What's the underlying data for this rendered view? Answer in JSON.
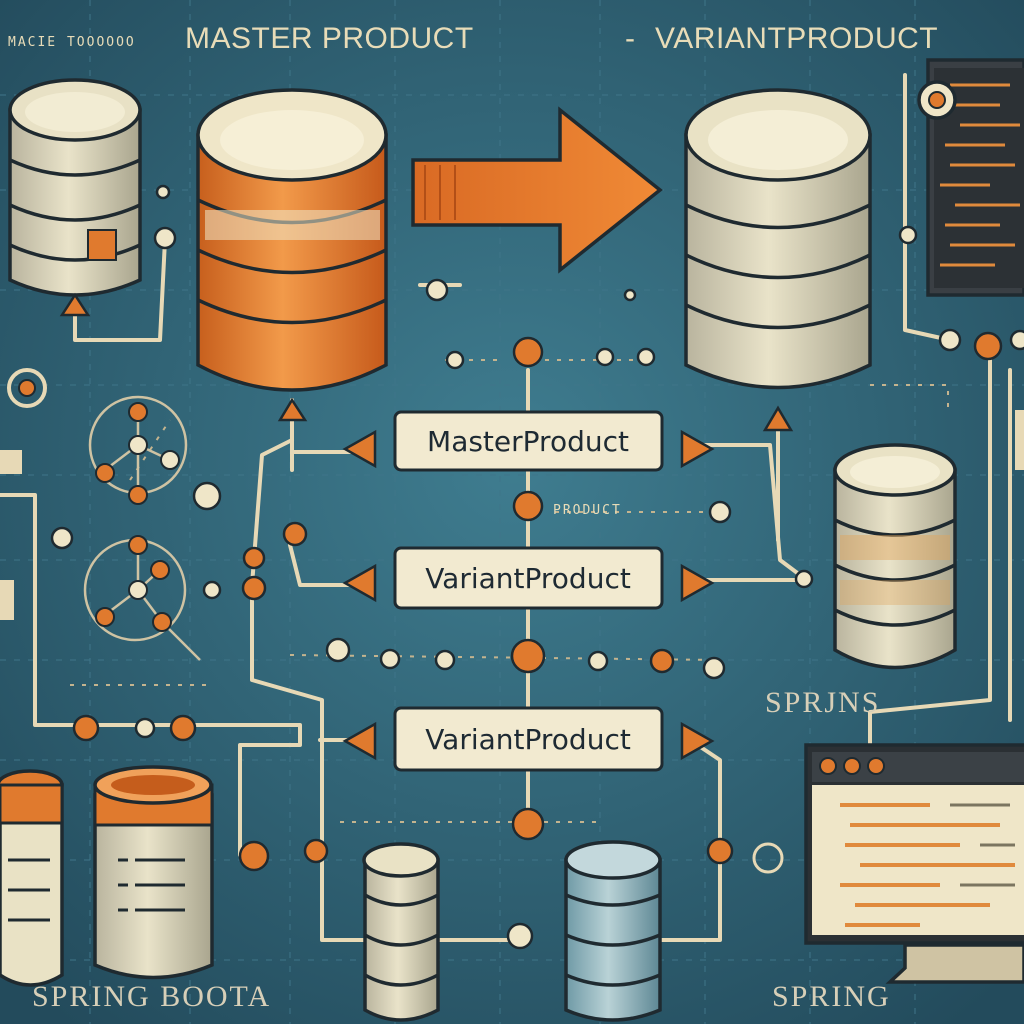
{
  "header": {
    "left_title": "MASTER PRODUCT",
    "right_title": "VARIANTPRODUCT",
    "corner_text": "MACIE TOOOOOO"
  },
  "labels": {
    "box1": "MasterProduct",
    "box2": "VariantProduct",
    "box3": "VariantProduct",
    "small_product": "PRODUCT"
  },
  "footer": {
    "left": "SPRING BOOTA",
    "right": "SPRING",
    "mid_right": "SPRJNS"
  },
  "colors": {
    "background": "#2f5f72",
    "orange": "#e07a2e",
    "cream": "#efe6c8",
    "ink": "#1f2a30",
    "steel": "#8fb4bf"
  },
  "icons": [
    "database-icon",
    "arrow-right-icon",
    "node-graph-icon",
    "monitor-icon",
    "code-window-icon"
  ]
}
